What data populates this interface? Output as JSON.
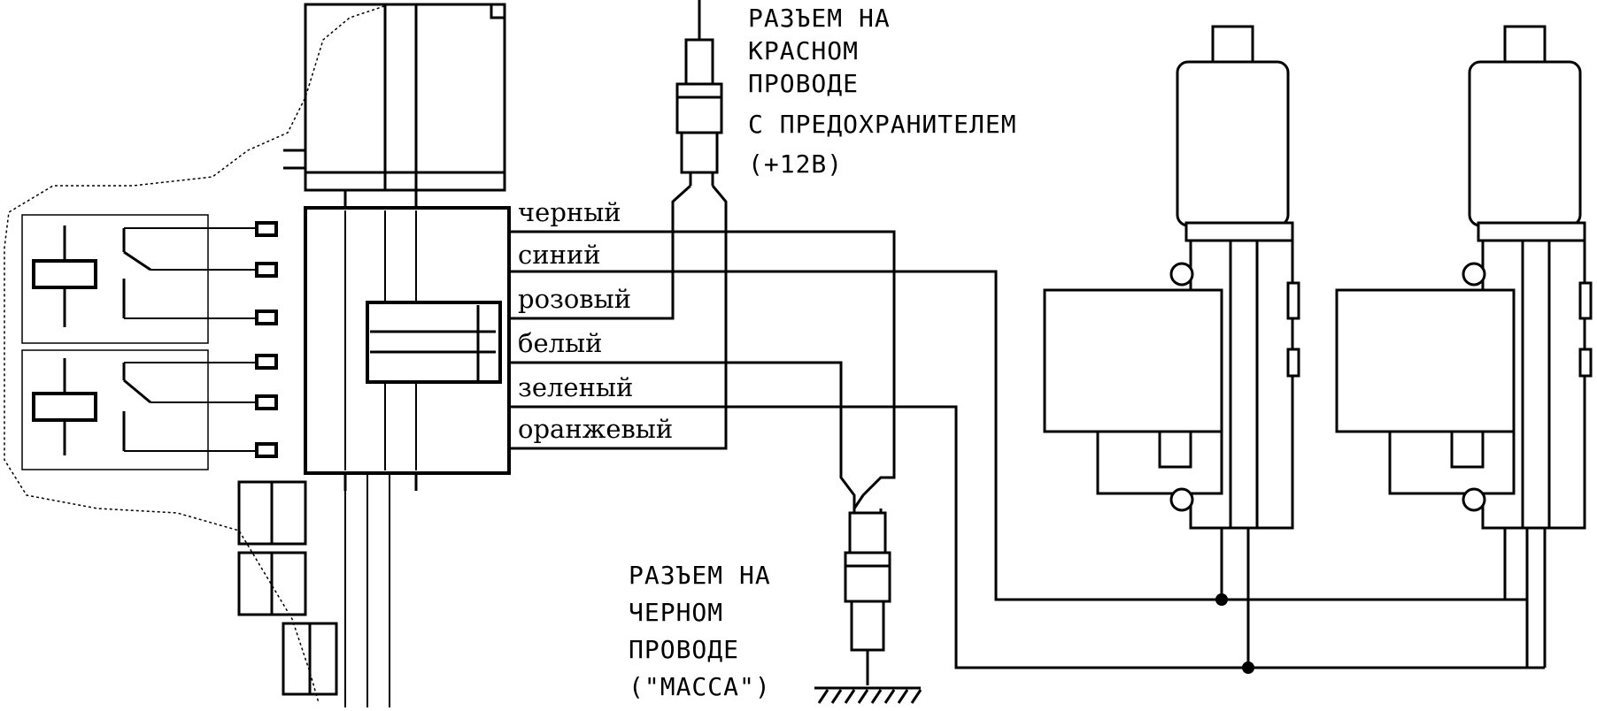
{
  "wire_labels": {
    "black": "черный",
    "blue": "синий",
    "pink": "розовый",
    "white": "белый",
    "green": "зеленый",
    "orange": "оранжевый"
  },
  "red_connector_caption": {
    "line1": "РАЗЪЕМ НА",
    "line2": "КРАСНОМ",
    "line3": "ПРОВОДЕ",
    "line4": "С ПРЕДОХРАНИТЕЛЕМ",
    "line5": "(+12В)"
  },
  "black_connector_caption": {
    "line1": "РАЗЪЕМ НА",
    "line2": "ЧЕРНОМ",
    "line3": "ПРОВОДЕ",
    "line4": "(\"МАССА\")"
  },
  "colors": {
    "ink": "#000000",
    "paper": "#ffffff"
  }
}
